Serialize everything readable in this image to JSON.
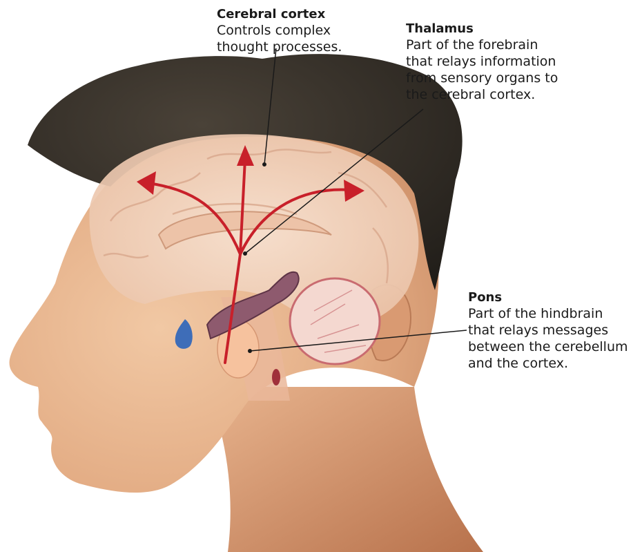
{
  "labels": {
    "cerebral_cortex": {
      "title": "Cerebral cortex",
      "description": "Controls complex\nthought processes."
    },
    "thalamus": {
      "title": "Thalamus",
      "description": "Part of the forebrain\nthat relays information\nfrom sensory organs to\nthe cerebral cortex."
    },
    "pons": {
      "title": "Pons",
      "description": "Part of the hindbrain\nthat relays messages\nbetween the cerebellum\nand the cortex."
    }
  },
  "colors": {
    "arrow": "#c8202a",
    "hair": "#2e2a24",
    "skin": "#e8b58f",
    "brain": "#f3d2bd",
    "leader_line": "#1a1a1a"
  }
}
